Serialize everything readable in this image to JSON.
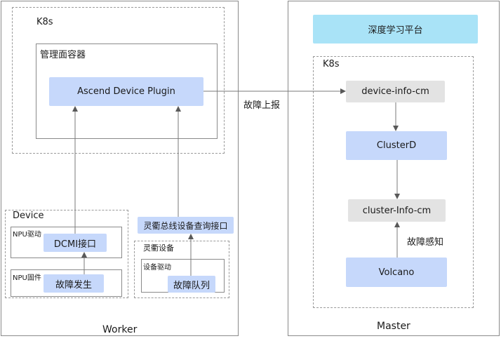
{
  "worker": {
    "title": "Worker",
    "k8s_label": "K8s",
    "container_label": "管理面容器",
    "plugin_label": "Ascend Device Plugin",
    "device": {
      "title": "Device",
      "npu_driver_label": "NPU驱动",
      "dcmi_label": "DCMI接口",
      "npu_firmware_label": "NPU固件",
      "fault_occur_label": "故障发生"
    },
    "lingqu_query_label": "灵衢总线设备查询接口",
    "lingqu_device": {
      "title": "灵衢设备",
      "driver_label": "设备驱动",
      "fault_queue_label": "故障队列"
    }
  },
  "master": {
    "title": "Master",
    "platform_label": "深度学习平台",
    "k8s_label": "K8s",
    "device_info_label": "device-info-cm",
    "clusterd_label": "ClusterD",
    "cluster_info_label": "cluster-Info-cm",
    "volcano_label": "Volcano"
  },
  "edges": {
    "fault_report_label": "故障上报",
    "fault_sense_label": "故障感知"
  },
  "colors": {
    "node_blue": "#c6d8fb",
    "node_gray": "#e3e3e3",
    "platform_cyan": "#a9e3f7"
  }
}
